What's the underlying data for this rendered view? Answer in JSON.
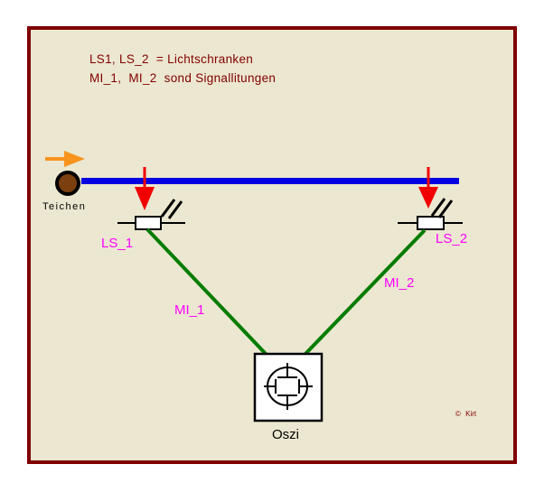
{
  "diagram": {
    "title_line1": "LS1, LS_2  = Lichtschranken",
    "title_line2": "MI_1,  MI_2  sond Signallitungen",
    "labels": {
      "particle": "Teichen",
      "photogate1": "LS_1",
      "photogate2": "LS_2",
      "signal1": "MI_1",
      "signal2": "MI_2",
      "oscilloscope": "Oszi",
      "copyright": "© Kirt"
    },
    "colors": {
      "frame_border": "#800000",
      "background": "#ECE7D0",
      "title_text": "#800000",
      "track_blue": "#0000E0",
      "signal_green": "#007C00",
      "beam_red": "#F00000",
      "velocity_orange": "#F7941E",
      "particle_brown": "#7B3F10",
      "label_magenta": "#FF00FF",
      "symbol_black": "#000000"
    },
    "icons": {
      "velocity_arrow": "right-arrow-icon",
      "beam_arrow_1": "down-arrow-icon",
      "beam_arrow_2": "down-arrow-icon",
      "oscilloscope_symbol": "crt-tube-icon"
    }
  }
}
